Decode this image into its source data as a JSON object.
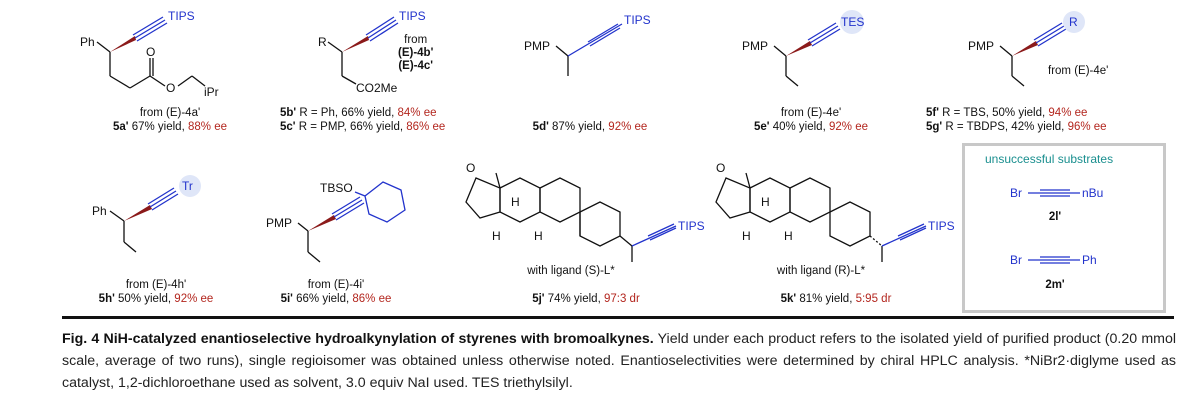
{
  "compounds": [
    {
      "from": "from (E)-4a'",
      "id": "5a'",
      "yield": "67% yield,",
      "sel": "88% ee"
    },
    {
      "id1": "5b'",
      "text1": "R = Ph, 66% yield,",
      "sel1": "84% ee",
      "id2": "5c'",
      "text2": "R = PMP, 66% yield,",
      "sel2": "86% ee",
      "from_a": "from",
      "from_b": "(E)-4b'",
      "from_c": "(E)-4c'"
    },
    {
      "id": "5d'",
      "yield": "87% yield,",
      "sel": "92% ee"
    },
    {
      "from": "from (E)-4e'",
      "id": "5e'",
      "yield": "40% yield,",
      "sel": "92% ee"
    },
    {
      "from": "from (E)-4e'",
      "id1": "5f'",
      "text1": "R = TBS, 50% yield,",
      "sel1": "94% ee",
      "id2": "5g'",
      "text2": "R = TBDPS, 42% yield,",
      "sel2": "96% ee"
    },
    {
      "from": "from (E)-4h'",
      "id": "5h'",
      "yield": "50% yield,",
      "sel": "92% ee"
    },
    {
      "from": "from (E)-4i'",
      "id": "5i'",
      "yield": "66% yield,",
      "sel": "86% ee"
    },
    {
      "ligand": "with ligand (S)-L*",
      "id": "5j'",
      "yield": "74% yield,",
      "sel": "97:3 dr"
    },
    {
      "ligand": "with ligand (R)-L*",
      "id": "5k'",
      "yield": "81% yield,",
      "sel": "5:95 dr"
    }
  ],
  "atoms": {
    "tips": "TIPS",
    "tes": "TES",
    "r": "R",
    "tr": "Tr",
    "tbso": "TBSO",
    "pmp": "PMP",
    "ph": "Ph",
    "o": "O",
    "ipr": "iPr",
    "co2me": "CO2Me",
    "h": "H",
    "br": "Br",
    "nbu": "nBu"
  },
  "unsuccessful": {
    "title": "unsuccessful substrates",
    "s1": "2l'",
    "s2": "2m'"
  },
  "caption": {
    "title": "Fig. 4 NiH-catalyzed enantioselective hydroalkynylation of styrenes with bromoalkynes.",
    "body": "Yield under each product refers to the isolated yield of purified product (0.20 mmol scale, average of two runs), single regioisomer was obtained unless otherwise noted. Enantioselectivities were determined by chiral HPLC analysis. *NiBr2·diglyme used as catalyst, 1,2-dichloroethane used as solvent, 3.0 equiv NaI used. TES triethylsilyl."
  }
}
